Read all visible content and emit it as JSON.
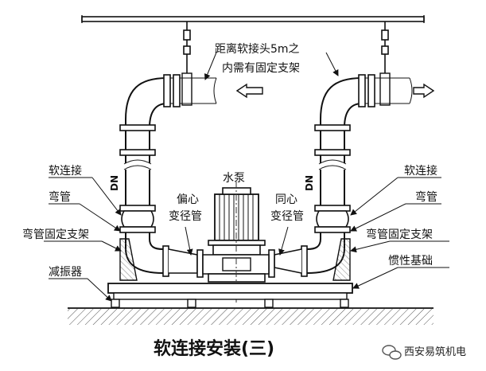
{
  "labels": {
    "note_line1": "距离软接头5m之",
    "note_line2": "内需有固定支架",
    "pump": "水泵",
    "soft_joint_left": "软连接",
    "soft_joint_right": "软连接",
    "elbow_left": "弯管",
    "elbow_right": "弯管",
    "eccentric_line1": "偏心",
    "eccentric_line2": "变径管",
    "concentric_line1": "同心",
    "concentric_line2": "变径管",
    "elbow_support_left": "弯管固定支架",
    "elbow_support_right": "弯管固定支架",
    "damper": "减振器",
    "inertia_base": "惯性基础",
    "dn_left": "DN",
    "dn_right": "DN"
  },
  "title": "软连接安装(三)",
  "watermark": "西安易筑机电",
  "icons": [
    "arrow-left-icon",
    "arrow-right-icon",
    "wechat-icon"
  ]
}
